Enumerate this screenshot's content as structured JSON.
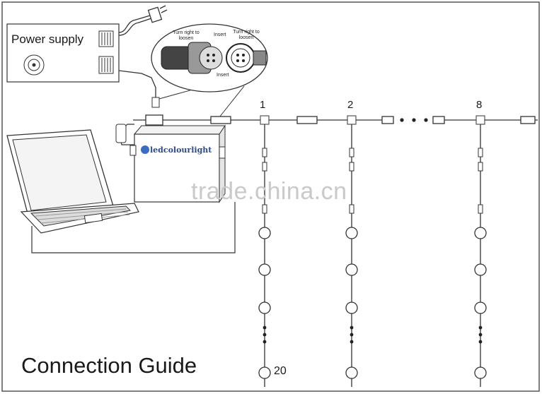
{
  "diagram": {
    "title": "Connection Guide",
    "power_supply_label": "Power supply",
    "controller_brand": "ledcolourlight",
    "watermark": "trade.china.cn",
    "connector_labels": {
      "turn_right_left": "Turn right to loosen",
      "insert_left": "Insert",
      "turn_right_right": "Turn right to loosen",
      "insert_bottom": "Insert"
    },
    "string_numbers": [
      "1",
      "2",
      "8"
    ],
    "node_count_label": "20",
    "colors": {
      "line": "#333333",
      "node": "#ffffff",
      "brand": "#2c4a8a"
    }
  }
}
